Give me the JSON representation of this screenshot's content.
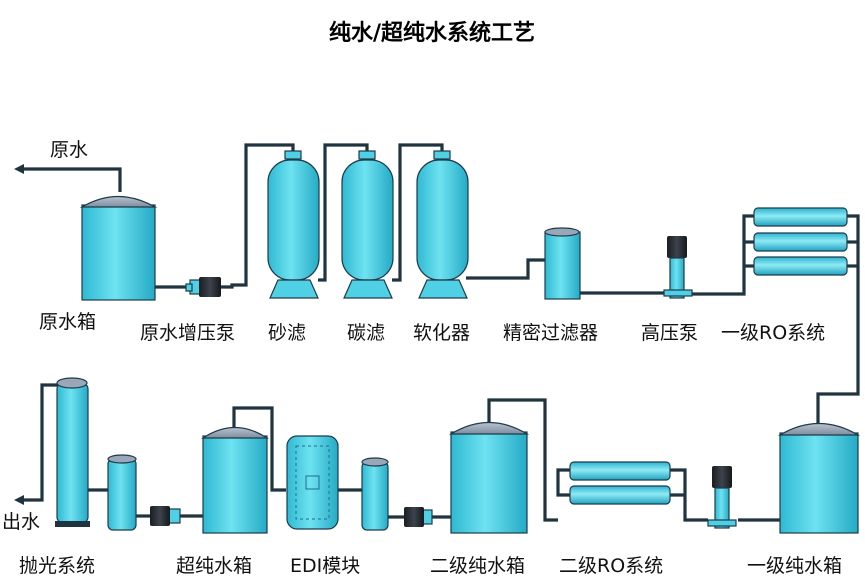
{
  "title": "纯水/超纯水系统工艺",
  "labels": {
    "raw_water_in": "原水",
    "raw_water_tank": "原水箱",
    "raw_water_booster_pump": "原水增压泵",
    "sand_filter": "砂滤",
    "carbon_filter": "碳滤",
    "softener": "软化器",
    "precision_filter": "精密过滤器",
    "high_pressure_pump": "高压泵",
    "ro_stage1": "一级RO系统",
    "polishing_system": "抛光系统",
    "water_out": "出水",
    "ultrapure_water_tank": "超纯水箱",
    "edi_module": "EDI模块",
    "stage2_pure_water_tank": "二级纯水箱",
    "ro_stage2": "二级RO系统",
    "stage1_pure_water_tank": "一级纯水箱"
  },
  "colors": {
    "equipment_body": "#4fd0e4",
    "equipment_top": "#9aa7b8",
    "pipe": "#20343f",
    "pump_body": "#1c1f24"
  }
}
